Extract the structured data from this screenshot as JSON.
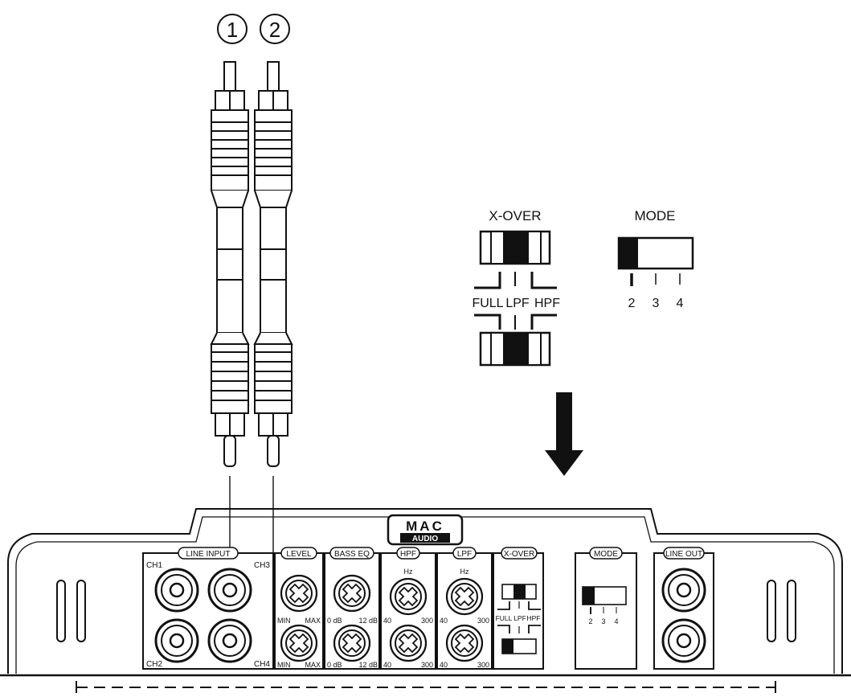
{
  "callouts": [
    "1",
    "2"
  ],
  "xover_detail": {
    "title": "X-OVER",
    "positions": [
      "FULL",
      "LPF",
      "HPF"
    ]
  },
  "mode_detail": {
    "title": "MODE",
    "positions": [
      "2",
      "3",
      "4"
    ]
  },
  "amplifier": {
    "brand_top": "MAC",
    "brand_bottom": "AUDIO",
    "line_input": {
      "label": "LINE INPUT",
      "channels": [
        "CH1",
        "CH3",
        "CH2",
        "CH4"
      ]
    },
    "level": {
      "label": "LEVEL",
      "min": "MIN",
      "max": "MAX"
    },
    "bass_eq": {
      "label": "BASS EQ",
      "min": "0 dB",
      "max": "12 dB"
    },
    "hpf": {
      "label": "HPF",
      "unit": "Hz",
      "min": "40",
      "max": "300"
    },
    "lpf": {
      "label": "LPF",
      "unit": "Hz",
      "min": "40",
      "max": "300"
    },
    "xover": {
      "label": "X-OVER",
      "positions": [
        "FULL",
        "LPF",
        "HPF"
      ]
    },
    "mode": {
      "label": "MODE",
      "positions": [
        "2",
        "3",
        "4"
      ]
    },
    "line_out": {
      "label": "LINE OUT"
    }
  }
}
